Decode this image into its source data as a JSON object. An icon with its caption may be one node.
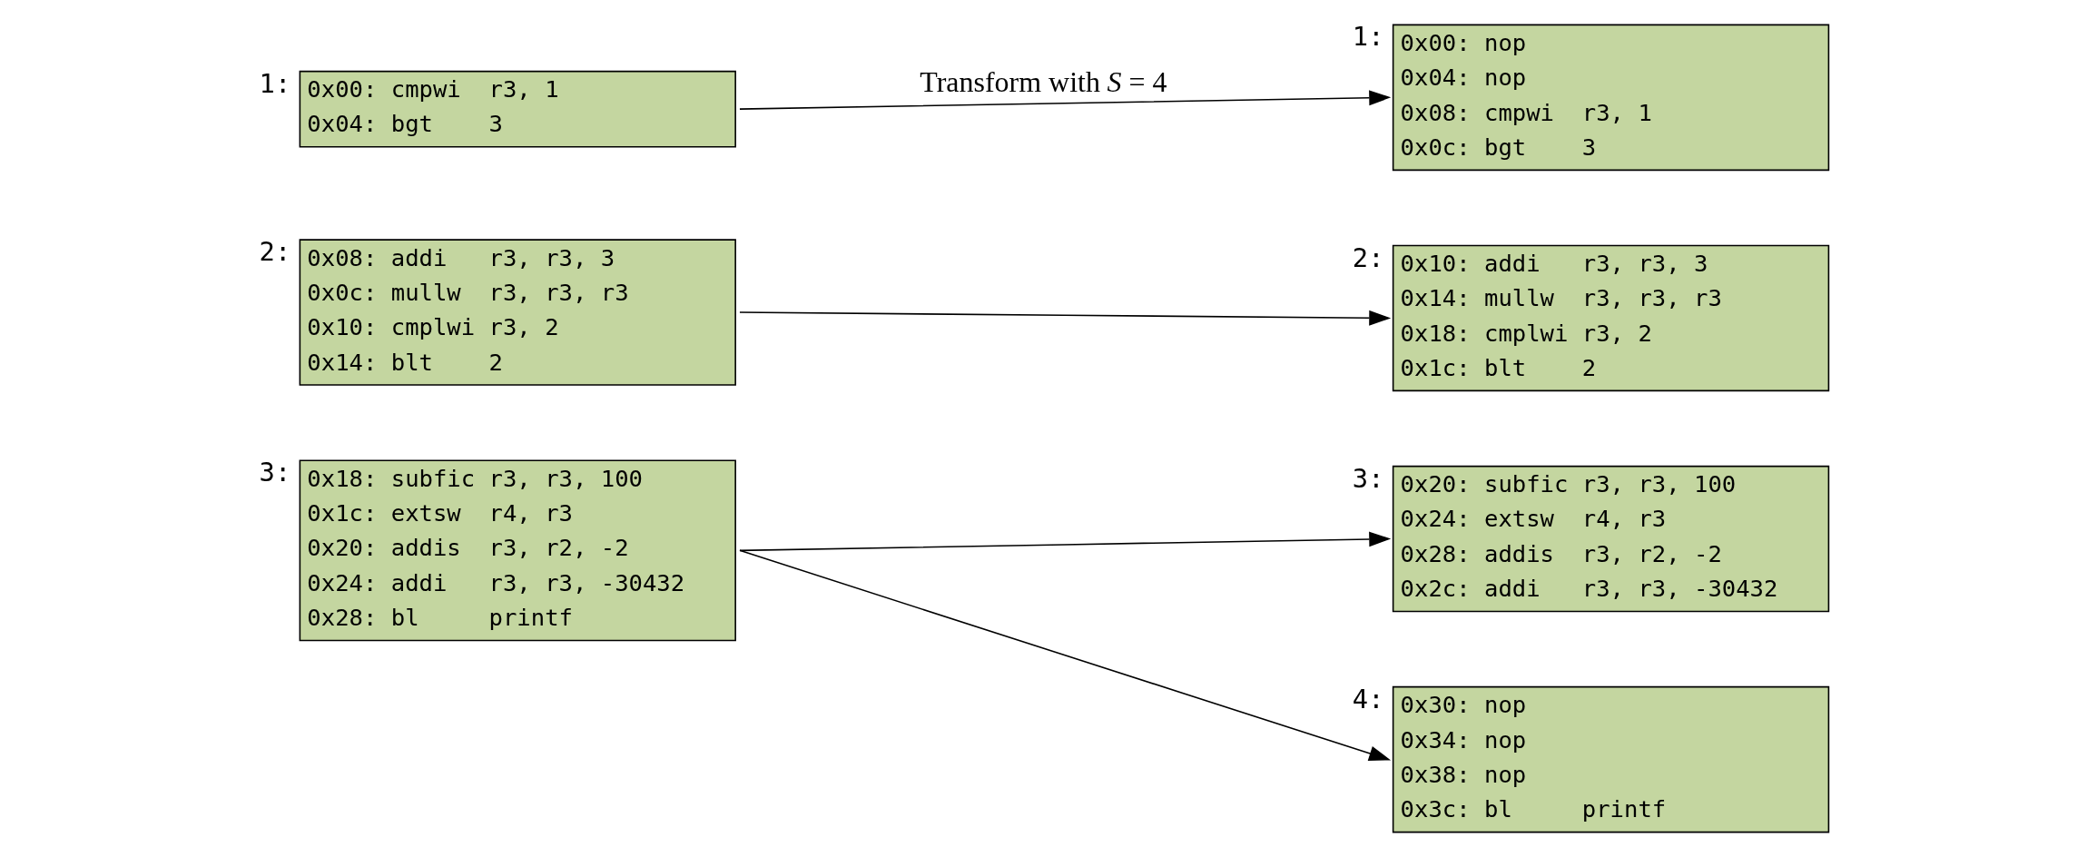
{
  "diagram": {
    "nodes": [
      {
        "text": [
          "0x00: cmpwi  r3, 1",
          "0x04: bgt    3"
        ],
        "beside": [
          "1:"
        ]
      },
      {
        "text": [
          "0x08: addi   r3, r3, 3",
          "0x0c: mullw  r3, r3, r3",
          "0x10: cmplwi r3, 2",
          "0x14: blt    2"
        ],
        "beside": [
          "2:"
        ]
      },
      {
        "text": [
          "0x18: subfic r3, r3, 100",
          "0x1c: extsw  r4, r3",
          "0x20: addis  r3, r2, -2",
          "0x24: addi   r3, r3, -30432",
          "0x28: bl     printf"
        ],
        "beside": [
          "3:"
        ]
      },
      {
        "text": [
          "0x00: nop",
          "0x04: nop",
          "0x08: cmpwi  r3, 1",
          "0x0c: bgt    3"
        ],
        "beside": [
          "1:"
        ]
      },
      {
        "text": [
          "0x10: addi   r3, r3, 3",
          "0x14: mullw  r3, r3, r3",
          "0x18: cmplwi r3, 2",
          "0x1c: blt    2"
        ],
        "beside": [
          "2:"
        ]
      },
      {
        "text": [
          "0x20: subfic r3, r3, 100",
          "0x24: extsw  r4, r3",
          "0x28: addis  r3, r2, -2",
          "0x2c: addi   r3, r3, -30432"
        ],
        "beside": [
          "3:"
        ]
      },
      {
        "text": [
          "0x30: nop",
          "0x34: nop",
          "0x38: nop",
          "0x3c: bl     printf"
        ],
        "beside": [
          "4:"
        ]
      }
    ],
    "edges": [
      {
        "from": 0,
        "to": 3,
        "arrow": "to",
        "label": "Transform with *S* = 4"
      },
      {
        "from": 1,
        "to": 4,
        "arrow": "to"
      },
      {
        "from": 2,
        "to": 5,
        "arrow": "to"
      },
      {
        "from": 2,
        "to": 6,
        "arrow": "to"
      }
    ]
  }
}
